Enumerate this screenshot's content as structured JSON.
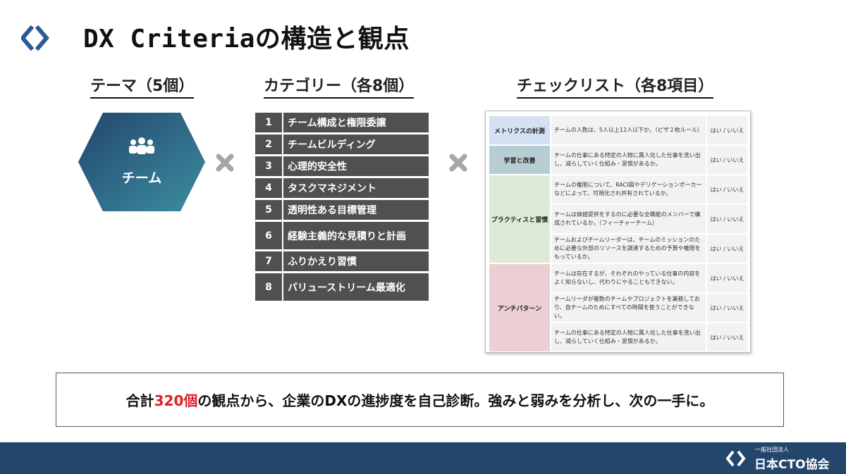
{
  "colors": {
    "accent_red": "#e02020",
    "hex_gradient_start": "#23466e",
    "hex_gradient_end": "#3b8ea0",
    "category_bg": "#505050",
    "footer_bg": "#24466d",
    "metrics_bg": "#d4e1f2",
    "learning_bg": "#b8cdd3",
    "practice_bg": "#dcebd6",
    "anti_bg": "#eccfd3"
  },
  "title": {
    "latin": "DX Criteria",
    "jp": "の構造と観点"
  },
  "columns": {
    "theme": "テーマ（5個）",
    "category": "カテゴリー（各8個）",
    "checklist": "チェックリスト（各8項目）"
  },
  "theme": {
    "icon": "team-people-icon",
    "label": "チーム"
  },
  "operators": {
    "times_icon": "multiply-icon"
  },
  "categories": [
    {
      "num": "1",
      "label": "チーム構成と権限委譲"
    },
    {
      "num": "2",
      "label": "チームビルディング"
    },
    {
      "num": "3",
      "label": "心理的安全性"
    },
    {
      "num": "4",
      "label": "タスクマネジメント"
    },
    {
      "num": "5",
      "label": "透明性ある目標管理"
    },
    {
      "num": "6",
      "label": "経験主義的な見積りと計画"
    },
    {
      "num": "7",
      "label": "ふりかえり習慣"
    },
    {
      "num": "8",
      "label": "バリューストリーム最適化"
    }
  ],
  "checklist": {
    "groups": {
      "metrics": "メトリクスの計測",
      "learning": "学習と改善",
      "practice": "プラクティスと習慣",
      "anti": "アンチパターン"
    },
    "items": [
      {
        "text": "チームの人数は、5人以上12人以下か。（ピザ２枚ルール）",
        "answer": "はい / いいえ"
      },
      {
        "text": "チームの仕事にある特定の人物に属人化した仕事を洗い出し、減らしていく仕組み・習慣があるか。",
        "answer": "はい / いいえ"
      },
      {
        "text": "チームの権限について、RACI図やデリゲーションポーカーなどによって、可視化され共有されているか。",
        "answer": "はい / いいえ"
      },
      {
        "text": "チームは価値提供をするのに必要な全職能のメンバーで構成されているか。（フィーチャーチーム）",
        "answer": "はい / いいえ"
      },
      {
        "text": "チームおよびチームリーダーは、チームのミッションのために必要な外部のリソースを調達するための予算や権限をもっているか。",
        "answer": "はい / いいえ"
      },
      {
        "text": "チームは存在するが、それぞれのやっている仕事の内容をよく知らないし、代わりにやることもできない。",
        "answer": "はい / いいえ"
      },
      {
        "text": "チームリーダが複数のチームやプロジェクトを兼務しており、自チームのためにすべての時間を使うことができない。",
        "answer": "はい / いいえ"
      },
      {
        "text": "チームの仕事にある特定の人物に属人化した仕事を洗い出し、減らしていく仕組み・習慣があるか。",
        "answer": "はい / いいえ"
      }
    ]
  },
  "summary": {
    "pre": "合計",
    "highlight": "320個",
    "post": "の観点から、企業のDXの進捗度を自己診断。強みと弱みを分析し、次の一手に。"
  },
  "footer": {
    "org_type": "一般社団法人",
    "org_name": "日本CTO協会",
    "logo_icon": "cto-association-logo-icon"
  }
}
